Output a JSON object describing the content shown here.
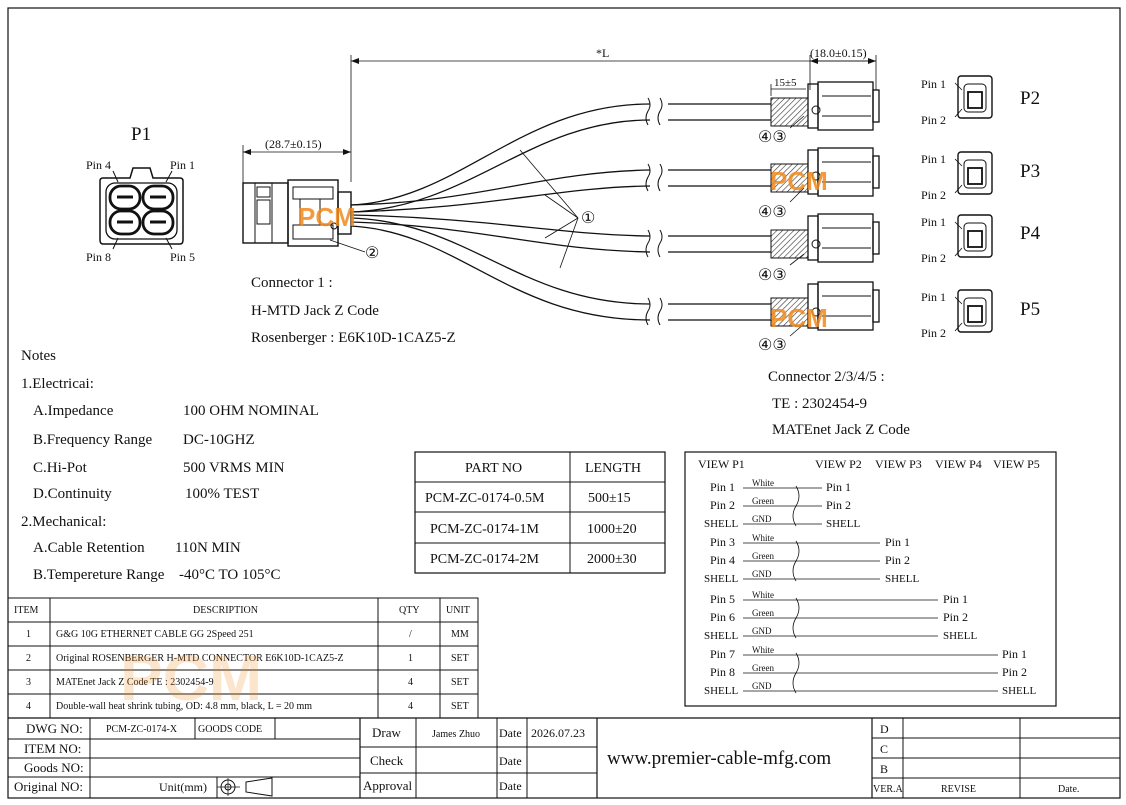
{
  "dimensions": {
    "length": "*L",
    "p1_width": "(28.7±0.15)",
    "plug_width": "(18.0±0.15)",
    "heatshrink": "15±5"
  },
  "p1": {
    "title": "P1",
    "pins": [
      "Pin 4",
      "Pin 1",
      "Pin 8",
      "Pin 5"
    ],
    "callout": "②"
  },
  "cable_callout": "①",
  "connector1": {
    "title": "Connector 1 :",
    "type": "H-MTD Jack Z Code",
    "part": "Rosenberger : E6K10D-1CAZ5-Z"
  },
  "connector2": {
    "title": "Connector 2/3/4/5 :",
    "part": "TE : 2302454-9",
    "type": "MATEnet Jack Z Code"
  },
  "ports": [
    {
      "name": "P2",
      "pin_a": "Pin 1",
      "pin_b": "Pin 2",
      "callout": "④③"
    },
    {
      "name": "P3",
      "pin_a": "Pin 1",
      "pin_b": "Pin 2",
      "callout": "④③"
    },
    {
      "name": "P4",
      "pin_a": "Pin 1",
      "pin_b": "Pin 2",
      "callout": "④③"
    },
    {
      "name": "P5",
      "pin_a": "Pin 1",
      "pin_b": "Pin 2",
      "callout": "④③"
    }
  ],
  "watermark": "PCM",
  "notes": {
    "title": "Notes",
    "electrical_title": "1.Electricai:",
    "electrical": [
      {
        "label": "A.Impedance",
        "value": "100 OHM NOMINAL"
      },
      {
        "label": "B.Frequency Range",
        "value": "DC-10GHZ"
      },
      {
        "label": "C.Hi-Pot",
        "value": "500 VRMS MIN"
      },
      {
        "label": "D.Continuity",
        "value": "100% TEST"
      }
    ],
    "mechanical_title": "2.Mechanical:",
    "mechanical": [
      {
        "label": "A.Cable Retention",
        "value": "110N MIN"
      },
      {
        "label": "B.Tempereture Range",
        "value": "-40°C TO 105°C"
      }
    ]
  },
  "parts_table": {
    "headers": [
      "PART NO",
      "LENGTH"
    ],
    "rows": [
      [
        "PCM-ZC-0174-0.5M",
        "500±15"
      ],
      [
        "PCM-ZC-0174-1M",
        "1000±20"
      ],
      [
        "PCM-ZC-0174-2M",
        "2000±30"
      ]
    ]
  },
  "wiring": {
    "headers": [
      "VIEW P1",
      "VIEW P2",
      "VIEW P3",
      "VIEW P4",
      "VIEW P5"
    ],
    "groups": [
      {
        "p1_pins": [
          "Pin 1",
          "Pin 2",
          "SHELL"
        ],
        "colors": [
          "White",
          "Green",
          "GND"
        ],
        "dest_pins": [
          "Pin 1",
          "Pin 2",
          "SHELL"
        ]
      },
      {
        "p1_pins": [
          "Pin 3",
          "Pin 4",
          "SHELL"
        ],
        "colors": [
          "White",
          "Green",
          "GND"
        ],
        "dest_pins": [
          "Pin 1",
          "Pin 2",
          "SHELL"
        ]
      },
      {
        "p1_pins": [
          "Pin 5",
          "Pin 6",
          "SHELL"
        ],
        "colors": [
          "White",
          "Green",
          "GND"
        ],
        "dest_pins": [
          "Pin 1",
          "Pin 2",
          "SHELL"
        ]
      },
      {
        "p1_pins": [
          "Pin 7",
          "Pin 8",
          "SHELL"
        ],
        "colors": [
          "White",
          "Green",
          "GND"
        ],
        "dest_pins": [
          "Pin 1",
          "Pin 2",
          "SHELL"
        ]
      }
    ]
  },
  "bom": {
    "headers": [
      "ITEM",
      "DESCRIPTION",
      "QTY",
      "UNIT"
    ],
    "rows": [
      [
        "1",
        "G&G 10G ETHERNET CABLE GG 2Speed 251",
        "/",
        "MM"
      ],
      [
        "2",
        "Original ROSENBERGER H-MTD CONNECTOR E6K10D-1CAZ5-Z",
        "1",
        "SET"
      ],
      [
        "3",
        "MATEnet Jack Z Code TE : 2302454-9",
        "4",
        "SET"
      ],
      [
        "4",
        "Double-wall heat shrink tubing, OD: 4.8 mm, black, L = 20 mm",
        "4",
        "SET"
      ]
    ]
  },
  "title_block": {
    "dwg_label": "DWG NO:",
    "dwg_value": "PCM-ZC-0174-X",
    "goods_code": "GOODS CODE",
    "item_label": "ITEM NO:",
    "goods_label": "Goods NO:",
    "original_label": "Original NO:",
    "unit": "Unit(mm)",
    "draw": "Draw",
    "drawer": "James Zhuo",
    "date_label": "Date",
    "date": "2026.07.23",
    "check": "Check",
    "approval": "Approval",
    "website": "www.premier-cable-mfg.com",
    "revs": [
      "D",
      "C",
      "B"
    ],
    "ver": "VER.A",
    "revise": "REVISE",
    "date2": "Date."
  }
}
